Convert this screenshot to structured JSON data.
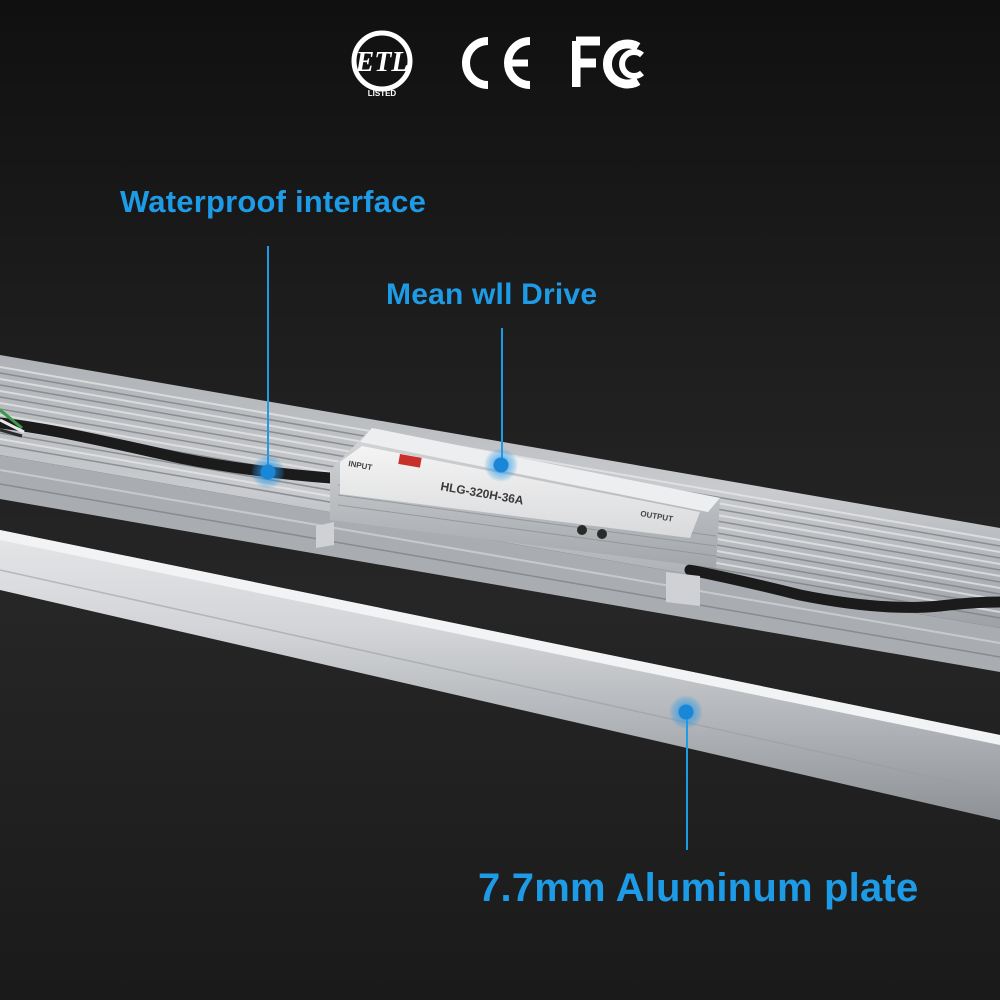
{
  "certifications": [
    {
      "icon": "etl-listed-icon",
      "text": "ETL",
      "subtext": "LISTED"
    },
    {
      "icon": "ce-mark-icon"
    },
    {
      "icon": "fcc-mark-icon"
    }
  ],
  "callouts": {
    "waterproof": "Waterproof interface",
    "driver": "Mean wll Drive",
    "plate": "7.7mm Aluminum plate"
  },
  "driver_label": {
    "model": "HLG-320H-36A",
    "input": "INPUT",
    "output": "OUTPUT"
  },
  "colors": {
    "accent": "#1e9be6",
    "background": "#1c1c1c",
    "aluminum": "#c9cbce"
  }
}
